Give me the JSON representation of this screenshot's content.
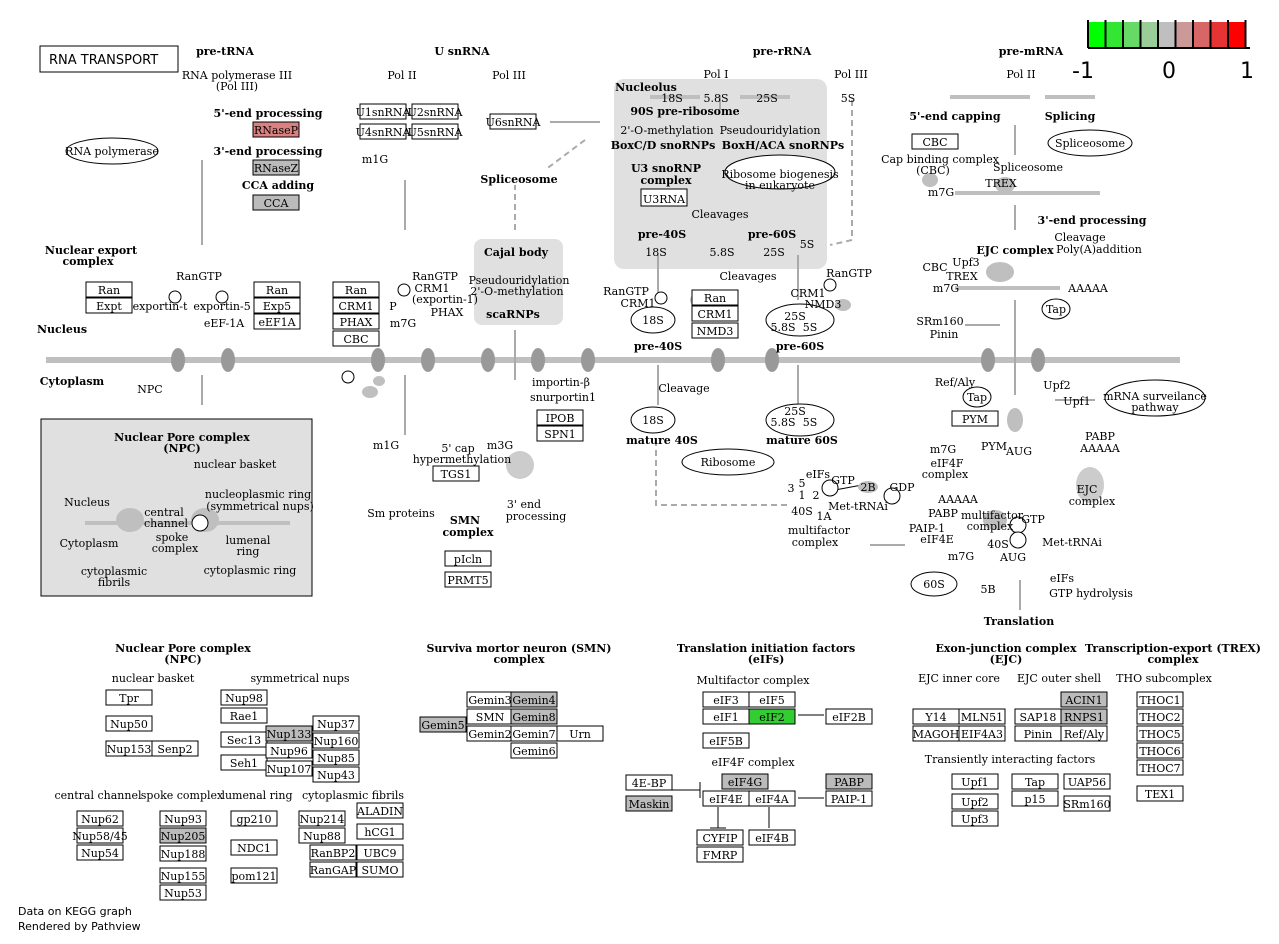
{
  "title": "RNA  TRANSPORT",
  "legend": {
    "min": "-1",
    "mid": "0",
    "max": "1",
    "colors": [
      "#00ff00",
      "#33e633",
      "#66d966",
      "#99cc99",
      "#bfbfbf",
      "#cc9999",
      "#d96666",
      "#e63333",
      "#ff0000"
    ]
  },
  "footer": {
    "line1": "Data on KEGG graph",
    "line2": "Rendered by Pathview"
  },
  "colors": {
    "gray": "#bfbfbf",
    "green": "#33cc33",
    "red_light": "#d98080",
    "grey_panel": "#e0e0e0",
    "cell_gray": "#bbbbbb"
  },
  "labels": [
    {
      "id": "pre-trna",
      "t": "pre-tRNA",
      "b": true
    },
    {
      "id": "pol3a",
      "t": "RNA polymerase III"
    },
    {
      "id": "pol3b",
      "t": "(Pol III)"
    },
    {
      "id": "five-proc",
      "t": "5'-end processing",
      "b": true
    },
    {
      "id": "three-proc",
      "t": "3'-end processing",
      "b": true
    },
    {
      "id": "cca-adding",
      "t": "CCA adding",
      "b": true
    },
    {
      "id": "usnrna",
      "t": "U snRNA",
      "b": true
    },
    {
      "id": "pol2",
      "t": "Pol II"
    },
    {
      "id": "pol3c",
      "t": "Pol III"
    },
    {
      "id": "m1g-top",
      "t": "m1G"
    },
    {
      "id": "spliceosome-mid",
      "t": "Spliceosome",
      "b": true
    },
    {
      "id": "pre-rrna",
      "t": "pre-rRNA",
      "b": true
    },
    {
      "id": "pol1",
      "t": "Pol I"
    },
    {
      "id": "pol3d",
      "t": "Pol III"
    },
    {
      "id": "nucleolus",
      "t": "Nucleolus",
      "b": true
    },
    {
      "id": "r18s",
      "t": "18S"
    },
    {
      "id": "r58s",
      "t": "5.8S"
    },
    {
      "id": "r25s",
      "t": "25S"
    },
    {
      "id": "r5s",
      "t": "5S"
    },
    {
      "id": "ribo90",
      "t": "90S pre-ribosome",
      "b": true
    },
    {
      "id": "omethyl",
      "t": "2'-O-methylation"
    },
    {
      "id": "pseudou",
      "t": "Pseudouridylation"
    },
    {
      "id": "boxcd",
      "t": "BoxC/D snoRNPs",
      "b": true
    },
    {
      "id": "boxhaca",
      "t": "BoxH/ACA snoRNPs",
      "b": true
    },
    {
      "id": "u3snornp",
      "t": "U3 snoRNP",
      "b": true
    },
    {
      "id": "u3complex",
      "t": "complex",
      "b": true
    },
    {
      "id": "cleav1",
      "t": "Cleavages"
    },
    {
      "id": "pre40a",
      "t": "pre-40S",
      "b": true
    },
    {
      "id": "pre60a",
      "t": "pre-60S",
      "b": true
    },
    {
      "id": "r18b",
      "t": "18S"
    },
    {
      "id": "r58b",
      "t": "5.8S"
    },
    {
      "id": "r25b",
      "t": "25S"
    },
    {
      "id": "r5b",
      "t": "5S"
    },
    {
      "id": "cleav2",
      "t": "Cleavages"
    },
    {
      "id": "rangtp3",
      "t": "RanGTP"
    },
    {
      "id": "crm1-3",
      "t": "CRM1"
    },
    {
      "id": "rangtp4",
      "t": "RanGTP"
    },
    {
      "id": "crm1-4",
      "t": "CRM1"
    },
    {
      "id": "nmd3-4",
      "t": "NMD3"
    },
    {
      "id": "pre40b",
      "t": "pre-40S",
      "b": true
    },
    {
      "id": "pre60b",
      "t": "pre-60S",
      "b": true
    },
    {
      "id": "cleav3",
      "t": "Cleavage"
    },
    {
      "id": "mature40",
      "t": "mature 40S",
      "b": true
    },
    {
      "id": "mature60",
      "t": "mature 60S",
      "b": true
    },
    {
      "id": "cajal",
      "t": "Cajal body",
      "b": true
    },
    {
      "id": "cajal1",
      "t": "Pseudouridylation"
    },
    {
      "id": "cajal2",
      "t": "2'-O-methylation"
    },
    {
      "id": "scarnps",
      "t": "scaRNPs",
      "b": true
    },
    {
      "id": "nuc-exp1",
      "t": "Nuclear export",
      "b": true
    },
    {
      "id": "nuc-exp2",
      "t": "complex",
      "b": true
    },
    {
      "id": "rangtp1",
      "t": "RanGTP"
    },
    {
      "id": "exportin-t",
      "t": "exportin-t"
    },
    {
      "id": "exportin5",
      "t": "exportin-5"
    },
    {
      "id": "eef1a",
      "t": "eEF-1A"
    },
    {
      "id": "nucleus",
      "t": "Nucleus",
      "b": true
    },
    {
      "id": "cytoplasm",
      "t": "Cytoplasm",
      "b": true
    },
    {
      "id": "npc",
      "t": "NPC"
    },
    {
      "id": "rangtp2",
      "t": "RanGTP"
    },
    {
      "id": "crm1-2",
      "t": "CRM1"
    },
    {
      "id": "exportin1",
      "t": "(exportin-1)"
    },
    {
      "id": "phax-lbl",
      "t": "PHAX"
    },
    {
      "id": "p-lbl",
      "t": "P"
    },
    {
      "id": "m7g-1",
      "t": "m7G"
    },
    {
      "id": "importinb",
      "t": "importin-β"
    },
    {
      "id": "snurportin",
      "t": "snurportin1"
    },
    {
      "id": "m1g-2",
      "t": "m1G"
    },
    {
      "id": "m3g",
      "t": "m3G"
    },
    {
      "id": "capa",
      "t": "5' cap"
    },
    {
      "id": "capb",
      "t": "hypermethylation"
    },
    {
      "id": "smprot",
      "t": "Sm proteins"
    },
    {
      "id": "smn1",
      "t": "SMN",
      "b": true
    },
    {
      "id": "smn2",
      "t": "complex",
      "b": true
    },
    {
      "id": "endp1",
      "t": "3' end"
    },
    {
      "id": "endp2",
      "t": "processing"
    },
    {
      "id": "pre-mrna",
      "t": "pre-mRNA",
      "b": true
    },
    {
      "id": "pol2b",
      "t": "Pol II"
    },
    {
      "id": "capping",
      "t": "5'-end capping",
      "b": true
    },
    {
      "id": "splicing",
      "t": "Splicing",
      "b": true
    },
    {
      "id": "cbc1",
      "t": "Cap binding complex"
    },
    {
      "id": "cbc2",
      "t": "(CBC)"
    },
    {
      "id": "m7g-2",
      "t": "m7G"
    },
    {
      "id": "spliceosome2",
      "t": "Spliceosome"
    },
    {
      "id": "trex1",
      "t": "TREX"
    },
    {
      "id": "three-end",
      "t": "3'-end processing",
      "b": true
    },
    {
      "id": "cleavage2",
      "t": "Cleavage"
    },
    {
      "id": "polya",
      "t": "Poly(A)addition"
    },
    {
      "id": "ejc-complex",
      "t": "EJC complex",
      "b": true
    },
    {
      "id": "upf3",
      "t": "Upf3"
    },
    {
      "id": "cbc3",
      "t": "CBC"
    },
    {
      "id": "trex2",
      "t": "TREX"
    },
    {
      "id": "m7g-3",
      "t": "m7G"
    },
    {
      "id": "aaaaa1",
      "t": "AAAAA"
    },
    {
      "id": "srm160",
      "t": "SRm160"
    },
    {
      "id": "pinin",
      "t": "Pinin"
    },
    {
      "id": "refaly",
      "t": "Ref/Aly"
    },
    {
      "id": "upf2",
      "t": "Upf2"
    },
    {
      "id": "upf1",
      "t": "Upf1"
    },
    {
      "id": "pym-lbl",
      "t": "PYM"
    },
    {
      "id": "m7g-4",
      "t": "m7G"
    },
    {
      "id": "aug1",
      "t": "AUG"
    },
    {
      "id": "eif4f1",
      "t": "eIF4F"
    },
    {
      "id": "eif4f2",
      "t": "complex"
    },
    {
      "id": "pabp-lbl",
      "t": "PABP"
    },
    {
      "id": "aaaaa2",
      "t": "AAAAA"
    },
    {
      "id": "ejc-l1",
      "t": "EJC"
    },
    {
      "id": "ejc-l2",
      "t": "complex"
    },
    {
      "id": "eifs1",
      "t": "eIFs"
    },
    {
      "id": "gtp1",
      "t": "GTP"
    },
    {
      "id": "n3",
      "t": "3"
    },
    {
      "id": "n5",
      "t": "5"
    },
    {
      "id": "n1",
      "t": "1"
    },
    {
      "id": "n2",
      "t": "2"
    },
    {
      "id": "n2b",
      "t": "2B"
    },
    {
      "id": "gdp",
      "t": "GDP"
    },
    {
      "id": "metrna1",
      "t": "Met-tRNAi"
    },
    {
      "id": "n40s1",
      "t": "40S"
    },
    {
      "id": "n1a",
      "t": "1A"
    },
    {
      "id": "multi1",
      "t": "multifactor"
    },
    {
      "id": "multi2",
      "t": "complex"
    },
    {
      "id": "aaaaa3",
      "t": "AAAAA"
    },
    {
      "id": "pabp2",
      "t": "PABP"
    },
    {
      "id": "paip1",
      "t": "PAIP-1"
    },
    {
      "id": "eif4e-l",
      "t": "eIF4E"
    },
    {
      "id": "m7g-5",
      "t": "m7G"
    },
    {
      "id": "multi3",
      "t": "multifactor"
    },
    {
      "id": "multi4",
      "t": "complex"
    },
    {
      "id": "gtp2",
      "t": "GTP"
    },
    {
      "id": "metrna2",
      "t": "Met-tRNAi"
    },
    {
      "id": "n40s2",
      "t": "40S"
    },
    {
      "id": "aug2",
      "t": "AUG"
    },
    {
      "id": "n5b",
      "t": "5B"
    },
    {
      "id": "eifs2",
      "t": "eIFs"
    },
    {
      "id": "gtphyd",
      "t": "GTP hydrolysis"
    },
    {
      "id": "translation",
      "t": "Translation",
      "b": true
    },
    {
      "id": "npcbox1",
      "t": "Nuclear Pore complex",
      "b": true
    },
    {
      "id": "npcbox2",
      "t": "(NPC)",
      "b": true
    },
    {
      "id": "nbasket",
      "t": "nuclear basket"
    },
    {
      "id": "npnuc",
      "t": "Nucleus"
    },
    {
      "id": "nring1",
      "t": "nucleoplasmic ring"
    },
    {
      "id": "nring2",
      "t": "(symmetrical nups)"
    },
    {
      "id": "cchan1",
      "t": "central"
    },
    {
      "id": "cchan2",
      "t": "channel"
    },
    {
      "id": "spoke1",
      "t": "spoke"
    },
    {
      "id": "spoke2",
      "t": "complex"
    },
    {
      "id": "npcyto",
      "t": "Cytoplasm"
    },
    {
      "id": "lum1",
      "t": "lumenal"
    },
    {
      "id": "lum2",
      "t": "ring"
    },
    {
      "id": "cfib1",
      "t": "cytoplasmic"
    },
    {
      "id": "cfib2",
      "t": "fibrils"
    },
    {
      "id": "cring",
      "t": "cytoplasmic ring"
    },
    {
      "id": "sec-npc1",
      "t": "Nuclear Pore complex",
      "b": true
    },
    {
      "id": "sec-npc2",
      "t": "(NPC)",
      "b": true
    },
    {
      "id": "sub-nbasket",
      "t": "nuclear basket"
    },
    {
      "id": "sub-symnups",
      "t": "symmetrical nups"
    },
    {
      "id": "sub-cchan",
      "t": "central channel"
    },
    {
      "id": "sub-spoke",
      "t": "spoke complex"
    },
    {
      "id": "sub-lumen",
      "t": "lumenal ring"
    },
    {
      "id": "sub-cfib",
      "t": "cytoplasmic fibrils"
    },
    {
      "id": "sec-smn1",
      "t": "Surviva mortor neuron (SMN)",
      "b": true
    },
    {
      "id": "sec-smn2",
      "t": "complex",
      "b": true
    },
    {
      "id": "sec-tif1",
      "t": "Translation initiation factors",
      "b": true
    },
    {
      "id": "sec-tif2",
      "t": "(eIFs)",
      "b": true
    },
    {
      "id": "sub-multi",
      "t": "Multifactor complex"
    },
    {
      "id": "sub-eif4f",
      "t": "eIF4F complex"
    },
    {
      "id": "sec-ejc1",
      "t": "Exon-junction complex",
      "b": true
    },
    {
      "id": "sec-ejc2",
      "t": "(EJC)",
      "b": true
    },
    {
      "id": "sub-ejcin",
      "t": "EJC inner core"
    },
    {
      "id": "sub-ejcout",
      "t": "EJC outer shell"
    },
    {
      "id": "sub-trans",
      "t": "Transiently interacting factors"
    },
    {
      "id": "sec-trex1",
      "t": "Transcription-export (TREX)",
      "b": true
    },
    {
      "id": "sec-trex2",
      "t": "complex",
      "b": true
    },
    {
      "id": "sub-tho",
      "t": "THO subcomplex"
    }
  ],
  "genes": [
    {
      "id": "rnasep",
      "t": "RNaseP",
      "c": "#d98080"
    },
    {
      "id": "rnasez",
      "t": "RNaseZ",
      "c": "#bbbbbb"
    },
    {
      "id": "cca",
      "t": "CCA",
      "c": "#bbbbbb"
    },
    {
      "id": "u1",
      "t": "U1snRNA"
    },
    {
      "id": "u2",
      "t": "U2snRNA"
    },
    {
      "id": "u4",
      "t": "U4snRNA"
    },
    {
      "id": "u5",
      "t": "U5snRNA"
    },
    {
      "id": "u6",
      "t": "U6snRNA"
    },
    {
      "id": "u3rna",
      "t": "U3RNA"
    },
    {
      "id": "ran1",
      "t": "Ran"
    },
    {
      "id": "expt",
      "t": "Expt"
    },
    {
      "id": "ran2",
      "t": "Ran"
    },
    {
      "id": "exp5",
      "t": "Exp5"
    },
    {
      "id": "eef1a-g",
      "t": "eEF1A"
    },
    {
      "id": "ran3",
      "t": "Ran"
    },
    {
      "id": "crm1-g",
      "t": "CRM1"
    },
    {
      "id": "phax-g",
      "t": "PHAX"
    },
    {
      "id": "cbc-g",
      "t": "CBC"
    },
    {
      "id": "ran4",
      "t": "Ran"
    },
    {
      "id": "crm1-g2",
      "t": "CRM1"
    },
    {
      "id": "nmd3-g",
      "t": "NMD3"
    },
    {
      "id": "ipob",
      "t": "IPOB"
    },
    {
      "id": "spn1",
      "t": "SPN1"
    },
    {
      "id": "tgs1",
      "t": "TGS1"
    },
    {
      "id": "picln",
      "t": "pIcln"
    },
    {
      "id": "prmt5",
      "t": "PRMT5"
    },
    {
      "id": "cbc-g2",
      "t": "CBC"
    },
    {
      "id": "pym-g",
      "t": "PYM"
    },
    {
      "id": "tpr",
      "t": "Tpr"
    },
    {
      "id": "nup50",
      "t": "Nup50"
    },
    {
      "id": "nup153",
      "t": "Nup153"
    },
    {
      "id": "senp2",
      "t": "Senp2"
    },
    {
      "id": "nup98",
      "t": "Nup98"
    },
    {
      "id": "rae1",
      "t": "Rae1"
    },
    {
      "id": "sec13",
      "t": "Sec13"
    },
    {
      "id": "seh1",
      "t": "Seh1"
    },
    {
      "id": "nup133",
      "t": "Nup133",
      "c": "#bbbbbb"
    },
    {
      "id": "nup96",
      "t": "Nup96"
    },
    {
      "id": "nup107",
      "t": "Nup107"
    },
    {
      "id": "nup37",
      "t": "Nup37"
    },
    {
      "id": "nup160",
      "t": "Nup160"
    },
    {
      "id": "nup85",
      "t": "Nup85"
    },
    {
      "id": "nup43",
      "t": "Nup43"
    },
    {
      "id": "nup62",
      "t": "Nup62"
    },
    {
      "id": "nup5845",
      "t": "Nup58/45"
    },
    {
      "id": "nup54",
      "t": "Nup54"
    },
    {
      "id": "nup93",
      "t": "Nup93"
    },
    {
      "id": "nup205",
      "t": "Nup205",
      "c": "#bbbbbb"
    },
    {
      "id": "nup188",
      "t": "Nup188"
    },
    {
      "id": "nup155",
      "t": "Nup155"
    },
    {
      "id": "nup53",
      "t": "Nup53"
    },
    {
      "id": "gp210",
      "t": "gp210"
    },
    {
      "id": "ndc1",
      "t": "NDC1"
    },
    {
      "id": "pom121",
      "t": "pom121"
    },
    {
      "id": "nup214",
      "t": "Nup214"
    },
    {
      "id": "nup88",
      "t": "Nup88"
    },
    {
      "id": "ranbp2",
      "t": "RanBP2"
    },
    {
      "id": "rangap",
      "t": "RanGAP"
    },
    {
      "id": "aladin",
      "t": "ALADIN"
    },
    {
      "id": "hcg1",
      "t": "hCG1"
    },
    {
      "id": "ubc9",
      "t": "UBC9"
    },
    {
      "id": "sumo",
      "t": "SUMO"
    },
    {
      "id": "gemin5",
      "t": "Gemin5",
      "c": "#bbbbbb"
    },
    {
      "id": "gemin3",
      "t": "Gemin3"
    },
    {
      "id": "smn-g",
      "t": "SMN"
    },
    {
      "id": "gemin2",
      "t": "Gemin2"
    },
    {
      "id": "gemin4",
      "t": "Gemin4",
      "c": "#bbbbbb"
    },
    {
      "id": "gemin8",
      "t": "Gemin8",
      "c": "#bbbbbb"
    },
    {
      "id": "gemin7",
      "t": "Gemin7"
    },
    {
      "id": "gemin6",
      "t": "Gemin6"
    },
    {
      "id": "urn",
      "t": "Urn"
    },
    {
      "id": "eif3",
      "t": "eIF3"
    },
    {
      "id": "eif5",
      "t": "eIF5"
    },
    {
      "id": "eif1",
      "t": "eIF1"
    },
    {
      "id": "eif2",
      "t": "eIF2",
      "c": "#33cc33"
    },
    {
      "id": "eif2b",
      "t": "eIF2B"
    },
    {
      "id": "eif5b",
      "t": "eIF5B"
    },
    {
      "id": "4ebp",
      "t": "4E-BP"
    },
    {
      "id": "maskin",
      "t": "Maskin",
      "c": "#bbbbbb"
    },
    {
      "id": "eif4g",
      "t": "eIF4G",
      "c": "#bbbbbb"
    },
    {
      "id": "eif4e",
      "t": "eIF4E"
    },
    {
      "id": "eif4a",
      "t": "eIF4A"
    },
    {
      "id": "pabp-g",
      "t": "PABP",
      "c": "#bbbbbb"
    },
    {
      "id": "paip1-g",
      "t": "PAIP-1"
    },
    {
      "id": "cyfip",
      "t": "CYFIP"
    },
    {
      "id": "fmrp",
      "t": "FMRP"
    },
    {
      "id": "eif4b",
      "t": "eIF4B"
    },
    {
      "id": "y14",
      "t": "Y14"
    },
    {
      "id": "mln51",
      "t": "MLN51"
    },
    {
      "id": "magoh",
      "t": "MAGOH"
    },
    {
      "id": "eif4a3",
      "t": "EIF4A3"
    },
    {
      "id": "acin1",
      "t": "ACIN1",
      "c": "#bbbbbb"
    },
    {
      "id": "sap18",
      "t": "SAP18"
    },
    {
      "id": "rnps1",
      "t": "RNPS1",
      "c": "#bbbbbb"
    },
    {
      "id": "pinin-g",
      "t": "Pinin"
    },
    {
      "id": "refaly-g",
      "t": "Ref/Aly"
    },
    {
      "id": "upf1-g",
      "t": "Upf1"
    },
    {
      "id": "upf2-g",
      "t": "Upf2"
    },
    {
      "id": "upf3-g",
      "t": "Upf3"
    },
    {
      "id": "tap-g",
      "t": "Tap"
    },
    {
      "id": "p15",
      "t": "p15"
    },
    {
      "id": "uap56",
      "t": "UAP56"
    },
    {
      "id": "srm160-g",
      "t": "SRm160"
    },
    {
      "id": "thoc1",
      "t": "THOC1"
    },
    {
      "id": "thoc2",
      "t": "THOC2"
    },
    {
      "id": "thoc5",
      "t": "THOC5"
    },
    {
      "id": "thoc6",
      "t": "THOC6"
    },
    {
      "id": "thoc7",
      "t": "THOC7"
    },
    {
      "id": "tex1",
      "t": "TEX1"
    }
  ],
  "ovals": [
    {
      "id": "rna-pol",
      "t": "RNA polymerase"
    },
    {
      "id": "ribo-bio1",
      "t": "Ribosome biogenesis"
    },
    {
      "id": "ribo-bio2",
      "t": "in eukaryote"
    },
    {
      "id": "spliceosome-oval",
      "t": "Spliceosome"
    },
    {
      "id": "ribosome",
      "t": "Ribosome"
    },
    {
      "id": "mrna-surv1",
      "t": "mRNA surveilance"
    },
    {
      "id": "mrna-surv2",
      "t": "pathway"
    },
    {
      "id": "tap1",
      "t": "Tap"
    },
    {
      "id": "tap2",
      "t": "Tap"
    },
    {
      "id": "o18a",
      "t": "18S"
    },
    {
      "id": "o18b",
      "t": "18S"
    },
    {
      "id": "o60s",
      "t": "60S"
    },
    {
      "id": "o25a",
      "t": "25S"
    },
    {
      "id": "o58a",
      "t": "5.8S"
    },
    {
      "id": "o5a",
      "t": "5S"
    },
    {
      "id": "o25b",
      "t": "25S"
    },
    {
      "id": "o58b",
      "t": "5.8S"
    },
    {
      "id": "o5b",
      "t": "5S"
    }
  ]
}
